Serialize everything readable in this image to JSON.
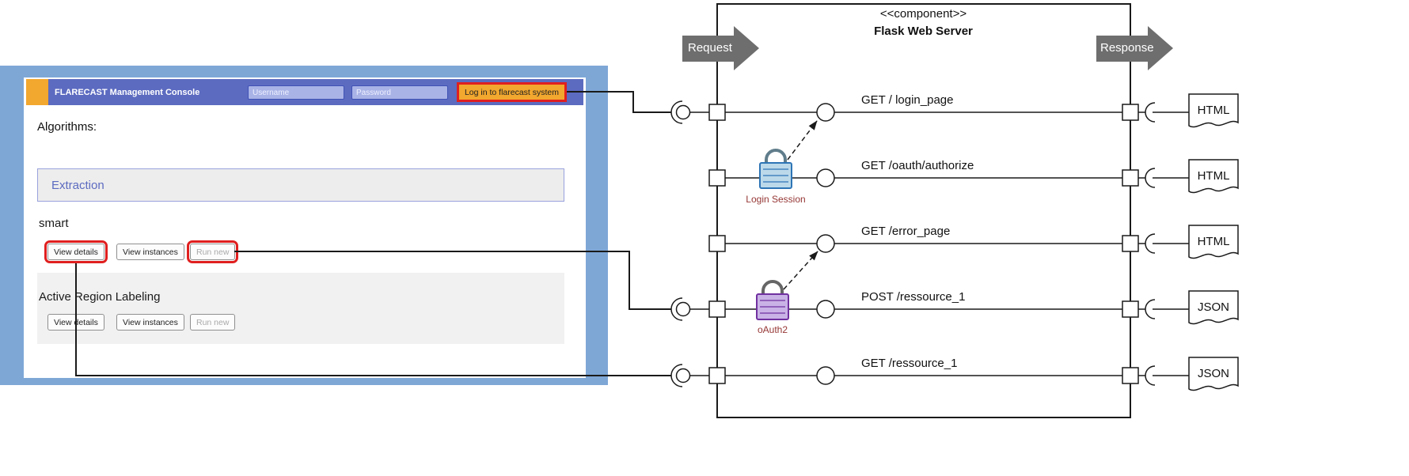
{
  "console": {
    "title": "FLARECAST Management Console",
    "username_placeholder": "Username",
    "password_placeholder": "Password",
    "login_button_label": "Log in to flarecast system",
    "algorithms_heading": "Algorithms:",
    "extraction_section_title": "Extraction",
    "algorithms": [
      {
        "name": "smart",
        "view_details": "View details",
        "view_instances": "View instances",
        "run_new": "Run new"
      },
      {
        "name": "Active Region Labeling",
        "view_details": "View details",
        "view_instances": "View instances",
        "run_new": "Run new"
      }
    ]
  },
  "diagram": {
    "component_stereotype": "<<component>>",
    "component_name": "Flask Web Server",
    "request_label": "Request",
    "response_label": "Response",
    "security": [
      {
        "label": "Login Session"
      },
      {
        "label": "oAuth2"
      }
    ],
    "endpoints": [
      {
        "label": "GET / login_page",
        "output": "HTML"
      },
      {
        "label": "GET /oauth/authorize",
        "output": "HTML"
      },
      {
        "label": "GET /error_page",
        "output": "HTML"
      },
      {
        "label": "POST /ressource_1",
        "output": "JSON"
      },
      {
        "label": "GET /ressource_1",
        "output": "JSON"
      }
    ]
  },
  "colors": {
    "frame_blue": "#7EA7D6",
    "header_indigo": "#5C6BC0",
    "accent_orange": "#F2A72E",
    "highlight_red": "#E01F1F",
    "section_link_indigo": "#5C6BC0",
    "lock_session_fill": "#BCD9EA",
    "lock_session_border": "#2E75B6",
    "lock_oauth_fill": "#C9B3E6",
    "lock_oauth_border": "#7030A0",
    "security_label_color": "#953735",
    "arrow_gray": "#6E6E6E"
  }
}
